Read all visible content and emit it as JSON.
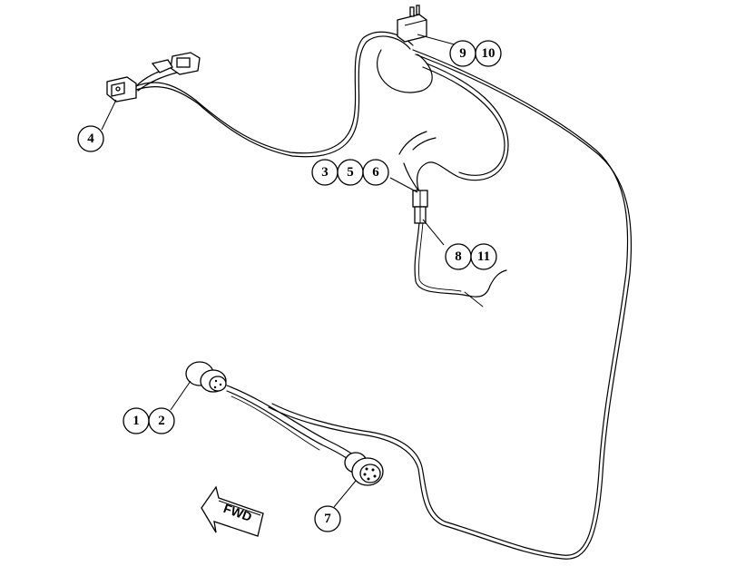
{
  "callouts": {
    "c1": "1",
    "c2": "2",
    "c3": "3",
    "c4": "4",
    "c5": "5",
    "c6": "6",
    "c7": "7",
    "c8": "8",
    "c9": "9",
    "c10": "10",
    "c11": "11"
  },
  "direction_arrow": {
    "label": "FWD"
  }
}
